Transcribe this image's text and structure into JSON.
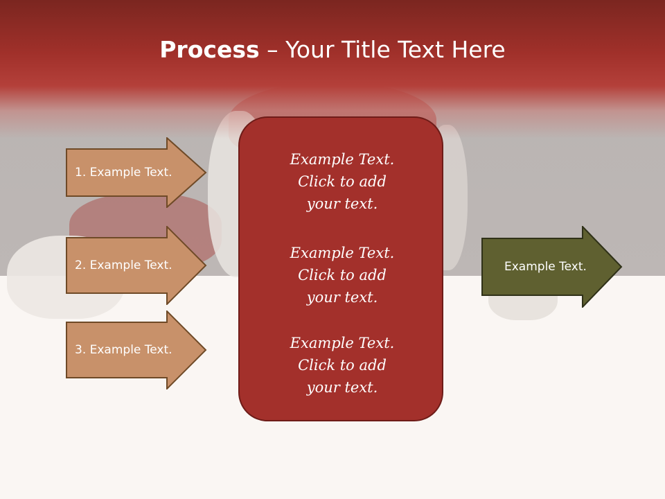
{
  "slide": {
    "title_bold": "Process",
    "title_rest": " – Your Title Text Here"
  },
  "left_arrows": [
    {
      "label": "1. Example Text."
    },
    {
      "label": "2. Example Text."
    },
    {
      "label": "3. Example Text."
    }
  ],
  "center_box": {
    "blocks": [
      {
        "lines": [
          "Example Text.",
          "Click  to add",
          "your text."
        ]
      },
      {
        "lines": [
          "Example Text.",
          "Click  to add",
          "your text."
        ]
      },
      {
        "lines": [
          "Example Text.",
          "Click  to add",
          "your text."
        ]
      }
    ]
  },
  "right_arrow": {
    "label": "Example Text."
  },
  "colors": {
    "header_red": "#a0302a",
    "center_box_fill": "#a3302b",
    "left_arrow_fill": "#c8916a",
    "right_arrow_fill": "#5f6030"
  }
}
